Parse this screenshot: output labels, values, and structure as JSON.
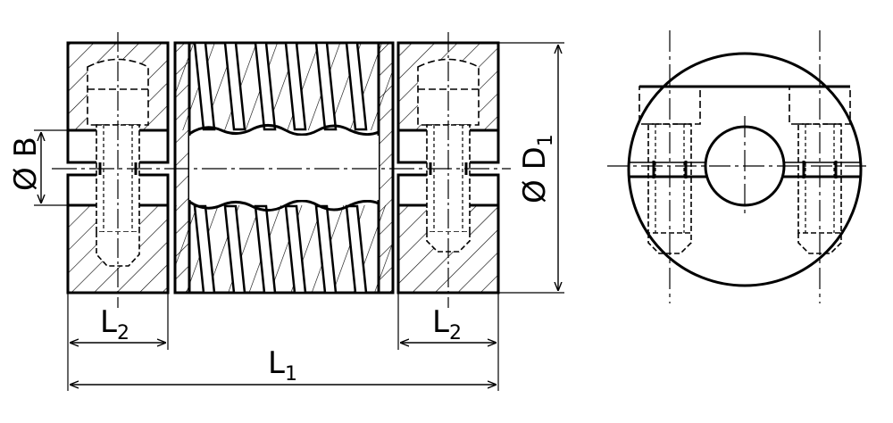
{
  "labels": {
    "bore_symbol": "Ø B",
    "outer_symbol": "Ø D",
    "outer_sub": "1",
    "hub_length": "L",
    "hub_length_sub": "2",
    "total_length": "L",
    "total_length_sub": "1"
  },
  "colors": {
    "line": "#000000",
    "background": "#ffffff"
  }
}
